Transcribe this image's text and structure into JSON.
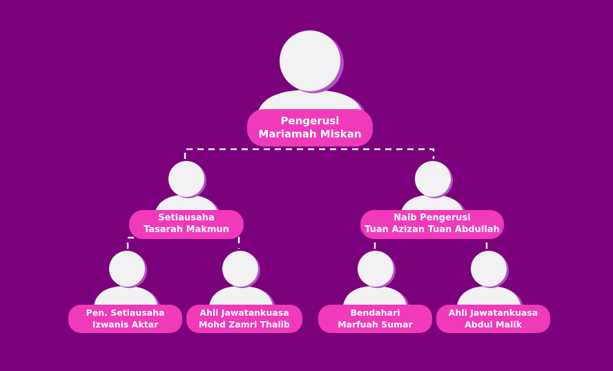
{
  "colors": {
    "background": "#7b007b",
    "label_fill": "#f03ab9",
    "avatar_fill": "#f2f2f4",
    "avatar_shadow": "#b44fc7",
    "connector": "#ffffff"
  },
  "org": {
    "chair": {
      "role": "Pengerusi",
      "name": "Mariamah Miskan"
    },
    "secretary": {
      "role": "Setiausaha",
      "name": "Tasarah Makmun"
    },
    "vice_chair": {
      "role": "Naib Pengerusi",
      "name": "Tuan Azizan Tuan Abdullah"
    },
    "asst_secretary": {
      "role": "Pen. Setiausaha",
      "name": "Izwanis Aktar"
    },
    "committee_1": {
      "role": "Ahli Jawatankuasa",
      "name": "Mohd Zamri Thalib"
    },
    "treasurer": {
      "role": "Bendahari",
      "name": "Marfuah Sumar"
    },
    "committee_2": {
      "role": "Ahli Jawatankuasa",
      "name": "Abdul Malik"
    }
  }
}
